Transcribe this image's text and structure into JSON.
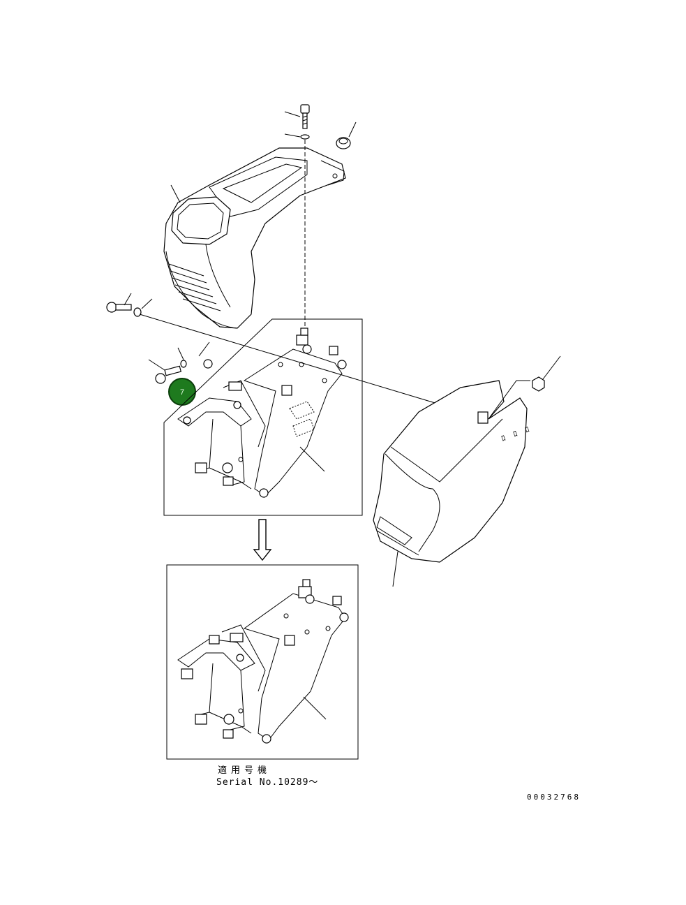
{
  "diagram": {
    "callout_badge": {
      "label": "7",
      "color": "#1e7a1e",
      "stroke": "#0b3d0b"
    },
    "applicable_serial": {
      "japanese": "適用号機",
      "english": "Serial No.10289～"
    },
    "drawing_number": "00032768"
  }
}
